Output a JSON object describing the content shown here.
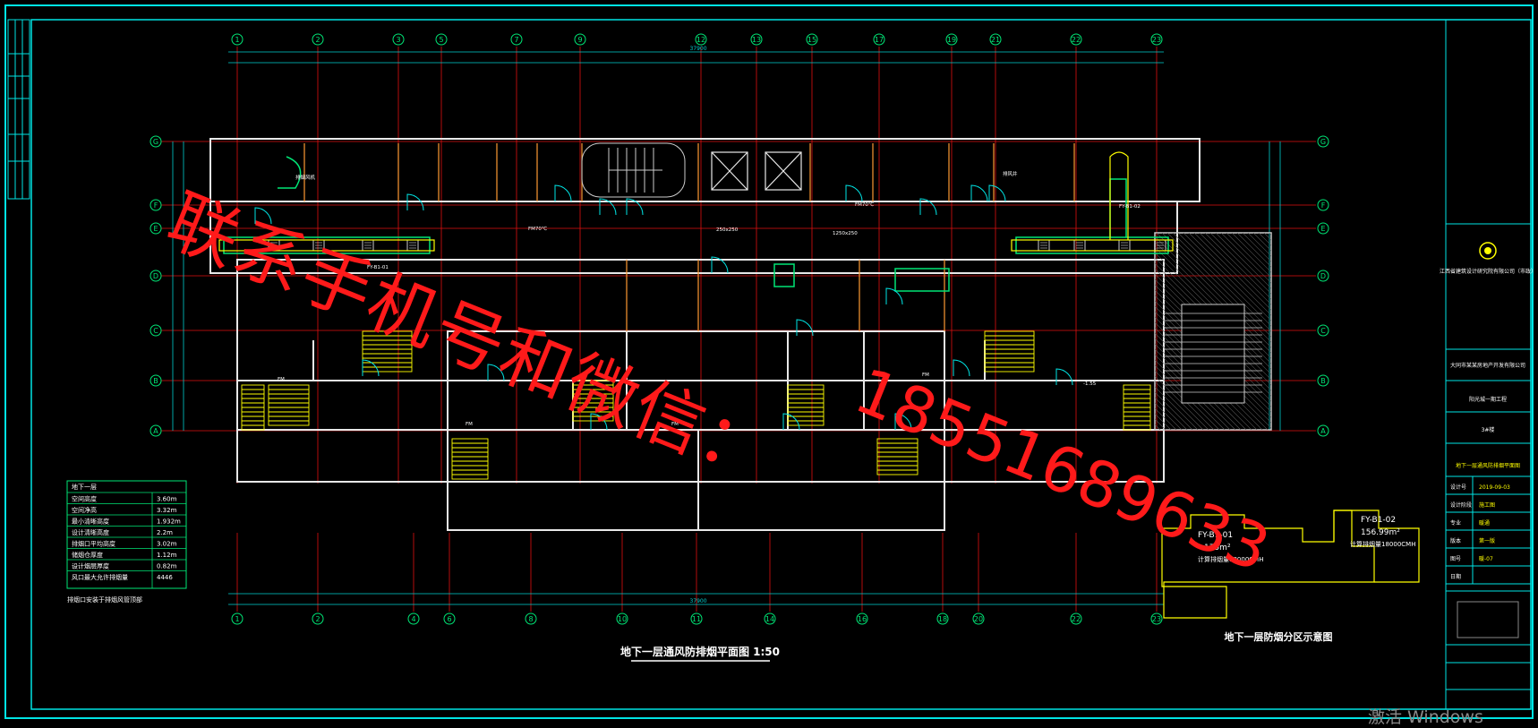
{
  "watermark": {
    "text_cn": "联系手机号和微信：",
    "text_phone": "18551689633"
  },
  "os_overlay": {
    "activate_text": "激活 Windows"
  },
  "drawing": {
    "title": "地下一层通风防排烟平面图 1:50",
    "zone_title": "地下一层防烟分区示意图",
    "axes_top": [
      "1",
      "2",
      "3",
      "5",
      "7",
      "9",
      "12",
      "13",
      "15",
      "17",
      "19",
      "21",
      "22",
      "23"
    ],
    "axes_bottom": [
      "1",
      "2",
      "4",
      "6",
      "8",
      "10",
      "11",
      "14",
      "16",
      "18",
      "20",
      "22",
      "23"
    ],
    "axes_side": [
      "G",
      "F",
      "E",
      "D",
      "C",
      "B",
      "A"
    ],
    "dim_total_top": "37900",
    "dim_total_bottom": "37900",
    "spec_table": {
      "header": "地下一层",
      "rows": [
        {
          "label": "空间高度",
          "value": "3.60m"
        },
        {
          "label": "空间净高",
          "value": "3.32m"
        },
        {
          "label": "最小清晰高度",
          "value": "1.932m"
        },
        {
          "label": "设计清晰高度",
          "value": "2.2m"
        },
        {
          "label": "排烟口平均高度",
          "value": "3.02m"
        },
        {
          "label": "储烟仓厚度",
          "value": "1.12m"
        },
        {
          "label": "设计烟层厚度",
          "value": "0.82m"
        },
        {
          "label": "风口最大允许排烟量",
          "value": "4446"
        }
      ],
      "note": "排烟口安装于排烟风管顶部"
    },
    "zones": [
      {
        "id": "FY-B1-01",
        "area": "175m²",
        "flow": "计算排烟量18000CMH"
      },
      {
        "id": "FY-B1-02",
        "area": "156.99m²",
        "flow": "计算排烟量18000CMH"
      }
    ]
  },
  "title_block": {
    "company": "江西省建筑设计研究院有限公司（市政）",
    "project": "大同市某某房地产开发有限公司",
    "project_name": "阳光城一期工程",
    "building": "3#楼",
    "sheet": "地下一层通风防排烟平面图",
    "rows": [
      "设计号",
      "设计阶段",
      "专业",
      "版本",
      "图号",
      "日期"
    ],
    "row_values": [
      "2019-09-03",
      "施工图",
      "暖通",
      "第一版",
      "暖-07",
      ""
    ]
  },
  "colors": {
    "frame": "#00e5e5",
    "wall": "#e8e8e8",
    "grid": "#e01010",
    "dim": "#00d0d0",
    "duct": "#00e676",
    "yellow": "#ffff00",
    "label": "#ffffff",
    "watermark": "#ff1a1a"
  }
}
